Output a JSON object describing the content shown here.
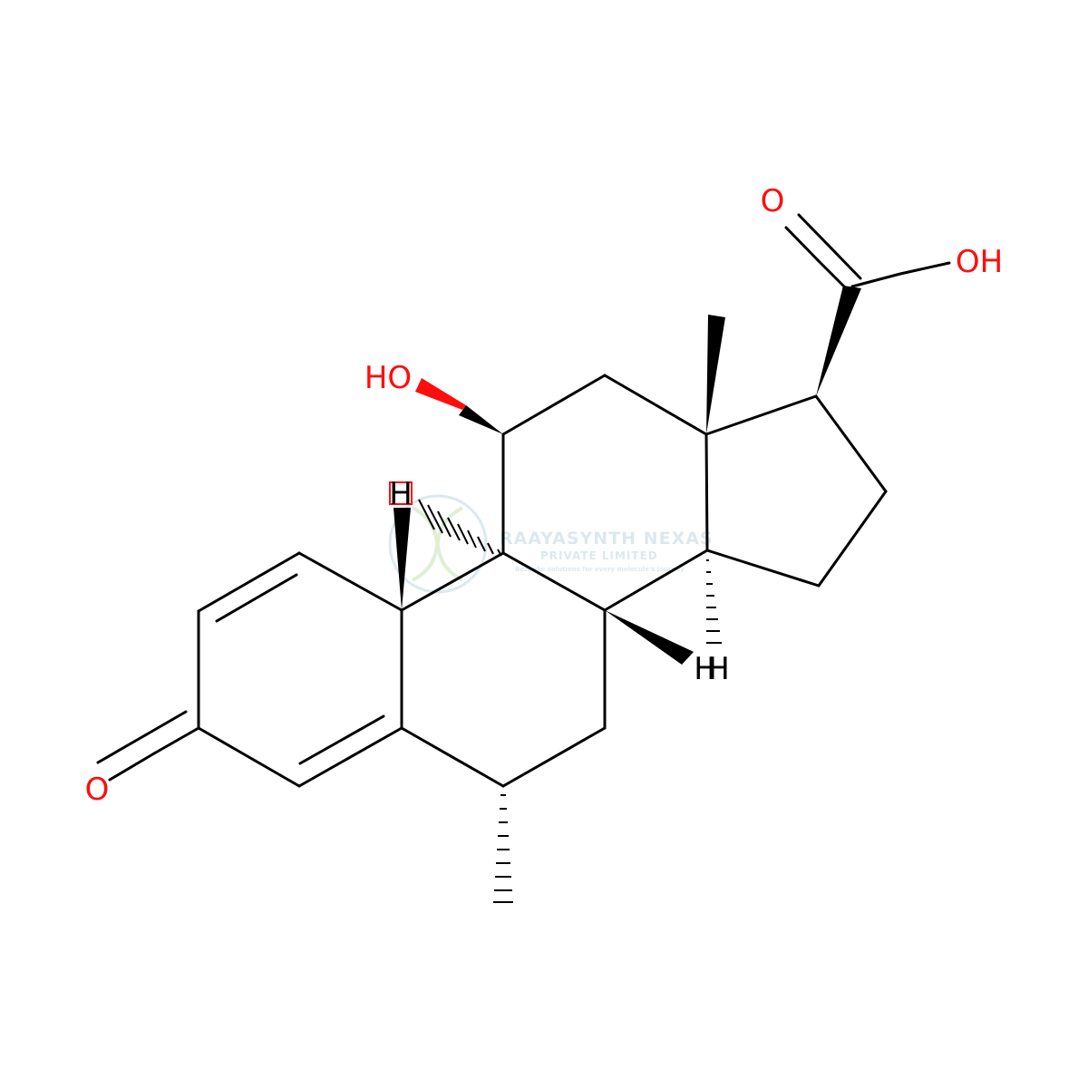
{
  "colors": {
    "bond": "#000000",
    "heteroatom": "#ff0d0d",
    "watermark": "#9dbfd0"
  },
  "labels": {
    "hydroxyl_11": "HO",
    "ketone_3": "O",
    "acid_carbonyl": "O",
    "acid_hydroxyl": "OH",
    "hydrogen_9": "H",
    "hydrogen_8": "H",
    "hydrogen_14": "H"
  },
  "watermark": {
    "company": "RAAYASYNTH NEXAS",
    "subtitle": "PRIVATE LIMITED",
    "tagline": "Bespoke solutions for every molecule's journey"
  }
}
